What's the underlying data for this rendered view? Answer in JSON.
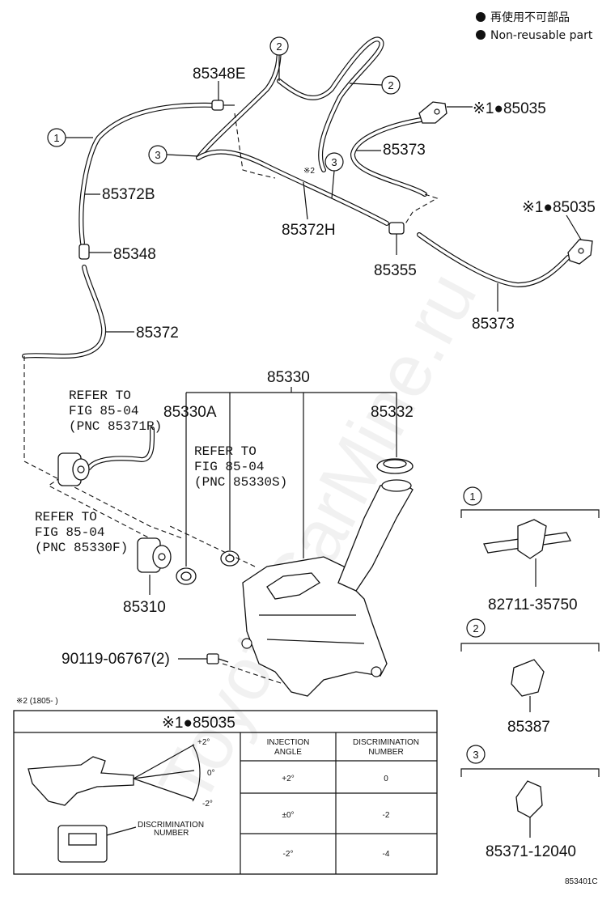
{
  "legend": {
    "line1": "再使用不可部品",
    "line2": "Non-reusable part"
  },
  "parts": {
    "p85348E": "85348E",
    "p85035_a": "※1●85035",
    "p85373_a": "85373",
    "p85372B": "85372B",
    "p85372H": "85372H",
    "p85035_b": "※1●85035",
    "note_x2": "※2",
    "p85355": "85355",
    "p85348": "85348",
    "p85372": "85372",
    "p85373_b": "85373",
    "p85330": "85330",
    "p85330A": "85330A",
    "p85332": "85332",
    "p85310": "85310",
    "p90119": "90119-06767(2)"
  },
  "refs": {
    "ref1": [
      "REFER TO",
      "FIG 85-04",
      "(PNC 85371R)"
    ],
    "ref2": [
      "REFER TO",
      "FIG 85-04",
      "(PNC 85330S)"
    ],
    "ref3": [
      "REFER TO",
      "FIG 85-04",
      "(PNC 85330F)"
    ]
  },
  "callouts": {
    "c1": "1",
    "c2": "2",
    "c3": "3"
  },
  "side_panels": [
    {
      "num": "1",
      "part": "82711-35750"
    },
    {
      "num": "2",
      "part": "85387"
    },
    {
      "num": "3",
      "part": "85371-12040"
    }
  ],
  "footnote": "※2 (1805-      )",
  "table": {
    "title": "※1●85035",
    "col1": [
      "INJECTION",
      "ANGLE"
    ],
    "col2": [
      "DISCRIMINATION",
      "NUMBER"
    ],
    "rows": [
      {
        "angle": "+2°",
        "number": "0"
      },
      {
        "angle": "±0°",
        "number": "-2"
      },
      {
        "angle": "-2°",
        "number": "-4"
      }
    ],
    "angle_labels": {
      "up": "+2°",
      "mid": "0°",
      "down": "-2°"
    },
    "discrimination_label": [
      "DISCRIMINATION",
      "NUMBER"
    ]
  },
  "figure_id": "853401C",
  "watermark": "ToyotaCarMine.ru"
}
